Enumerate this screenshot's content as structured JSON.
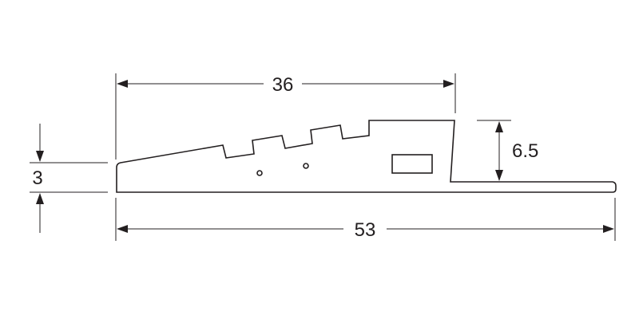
{
  "diagram": {
    "dimensions": {
      "top_length": "36",
      "total_length": "53",
      "step_height": "6.5",
      "edge_height": "3"
    },
    "colors": {
      "line": "#231f20",
      "background": "#ffffff"
    }
  }
}
